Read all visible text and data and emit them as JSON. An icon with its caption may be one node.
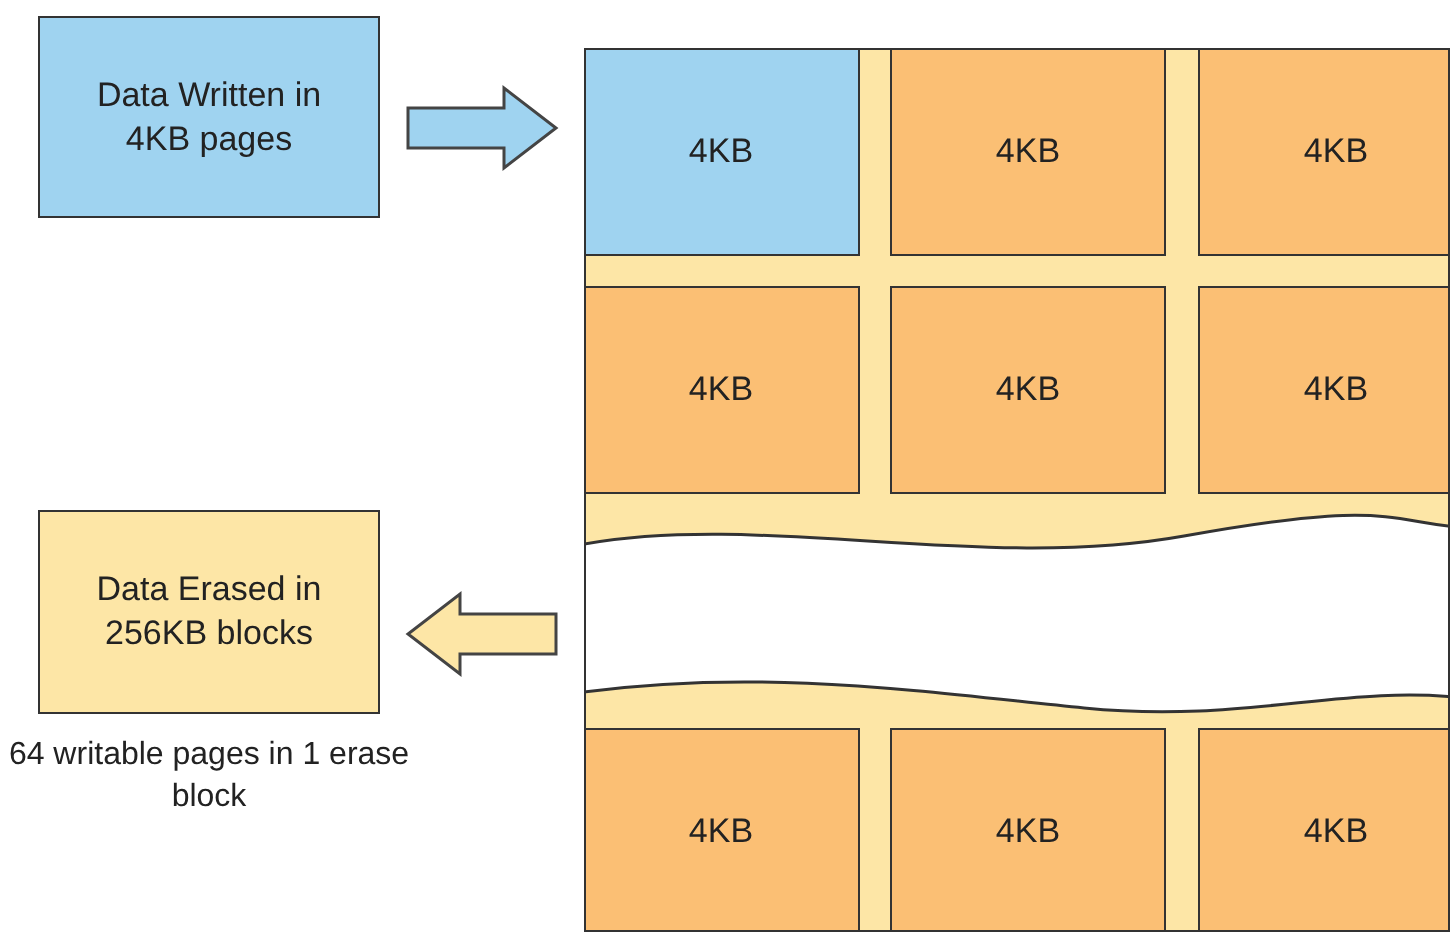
{
  "diagram": {
    "nodes": [
      {
        "text": [
          "Data Written in 4KB pages"
        ]
      },
      {
        "text": [],
        "shape": "box"
      },
      {
        "text": [
          "4KB"
        ],
        "in": 1
      },
      {
        "text": [
          "4KB"
        ],
        "in": 1
      },
      {
        "text": [
          "4KB"
        ],
        "in": 1
      },
      {
        "text": [
          "4KB"
        ],
        "in": 1
      },
      {
        "text": [
          "4KB"
        ],
        "in": 1
      },
      {
        "text": [
          "4KB"
        ],
        "in": 1
      },
      {
        "text": [
          "4KB"
        ],
        "in": 1
      },
      {
        "text": [
          "4KB"
        ],
        "in": 1
      },
      {
        "text": [
          "4KB"
        ],
        "in": 1
      },
      {
        "text": [
          "Data Erased in 256KB blocks"
        ],
        "beside": [
          "64 writable pages in 1 erase block"
        ]
      }
    ],
    "edges": [
      {
        "from": 0,
        "to": 1,
        "arrow": "to",
        "color": "#9fd3f0"
      },
      {
        "from": 1,
        "to": 11,
        "arrow": "to",
        "color": "#fde6a6"
      }
    ]
  }
}
